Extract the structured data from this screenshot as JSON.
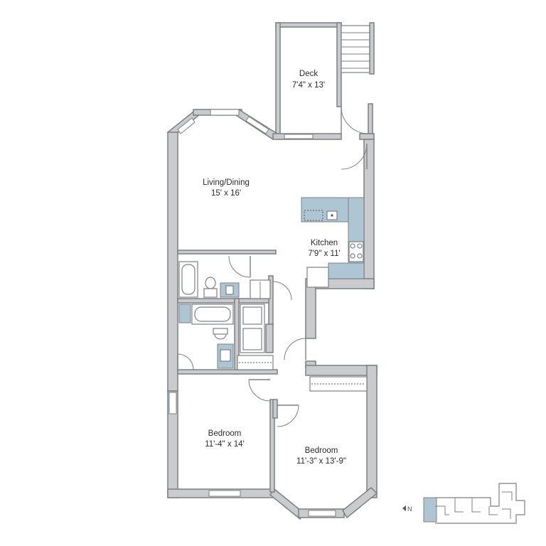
{
  "rooms": {
    "deck": {
      "name": "Deck",
      "dims": "7'4\" x 13'"
    },
    "living_dining": {
      "name": "Living/Dining",
      "dims": "15' x 16'"
    },
    "kitchen": {
      "name": "Kitchen",
      "dims": "7'9\" x 11'"
    },
    "bedroom_left": {
      "name": "Bedroom",
      "dims": "11'-4\" x 14'"
    },
    "bedroom_right": {
      "name": "Bedroom",
      "dims": "11'-3\" x 13'-9\""
    }
  },
  "compass": {
    "label": "N",
    "icon": "north-arrow-icon"
  },
  "colors": {
    "wall": "#c9cbcc",
    "accent": "#aec5d4",
    "outline": "#7d8084"
  }
}
